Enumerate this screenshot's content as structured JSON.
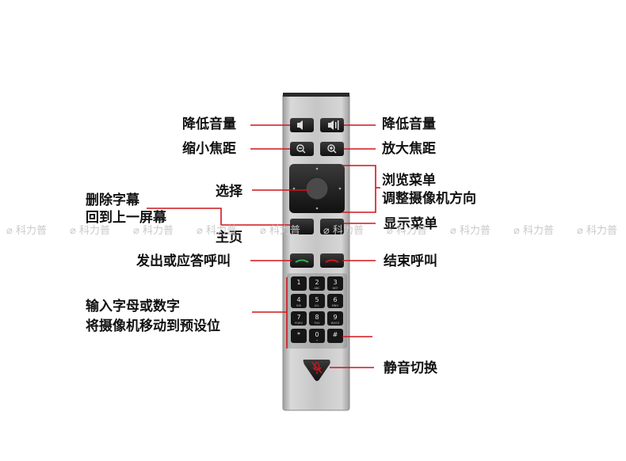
{
  "labels": {
    "vol_down_left": "降低音量",
    "vol_down_right": "降低音量",
    "zoom_out": "缩小焦距",
    "zoom_in": "放大焦距",
    "select": "选择",
    "browse_menu": "浏览菜单",
    "adjust_camera": "调整摄像机方向",
    "delete_subtitle": "删除字幕",
    "back_home": "回到上一屏幕",
    "show_menu": "显示菜单",
    "home": "主页",
    "call": "发出或应答呼叫",
    "end_call": "结束呼叫",
    "input_chars": "输入字母或数字",
    "move_camera": "将摄像机移动到预设位",
    "mute": "静音切换"
  },
  "keypad": [
    {
      "num": "1",
      "sub": ""
    },
    {
      "num": "2",
      "sub": "ABC"
    },
    {
      "num": "3",
      "sub": "DEF"
    },
    {
      "num": "4",
      "sub": "GHI"
    },
    {
      "num": "5",
      "sub": "JKL"
    },
    {
      "num": "6",
      "sub": "MNO"
    },
    {
      "num": "7",
      "sub": "PQRS"
    },
    {
      "num": "8",
      "sub": "TUV"
    },
    {
      "num": "9",
      "sub": "WXYZ"
    },
    {
      "num": "*",
      "sub": ""
    },
    {
      "num": "0",
      "sub": "+"
    },
    {
      "num": "#",
      "sub": ""
    }
  ],
  "watermark": "科力普",
  "colors": {
    "pointer": "#d0151d",
    "remote_body": "#bdbdbd",
    "button": "#1c1c1c",
    "watermark": "#cfcfcf"
  }
}
